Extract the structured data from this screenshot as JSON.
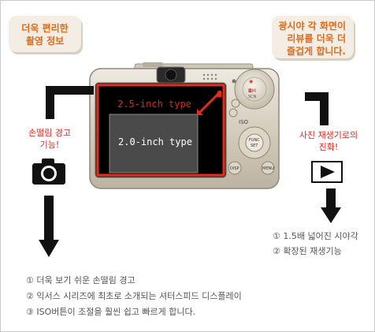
{
  "top_left_bubble": {
    "line1": "더욱 편리한",
    "line2": "촬영 정보"
  },
  "top_right_bubble": {
    "line1": "광시야 각 화면이",
    "line2": "리뷰를 더욱 더",
    "line3": "즐겁게 합니다."
  },
  "left_feature": {
    "line1": "손떨림 경고",
    "line2": "기능!"
  },
  "right_feature": {
    "line1": "사진 재생기로의",
    "line2": "진화!"
  },
  "screen_labels": {
    "large": "2.5-inch type",
    "small": "2.0-inch type"
  },
  "camera_buttons": {
    "func_set": "FUNC SET",
    "menu": "MENU",
    "disp": "DISP",
    "iso": "ISO"
  },
  "right_list": [
    "① 1.5배 넓어진 시야각",
    "② 확장된 재생기능"
  ],
  "bottom_list": [
    "① 더욱 보기 쉬운 손떨림 경고",
    "② 익서스 시리즈에 최초로 소개되는 셔터스피드 디스플레이",
    "③ ISO버튼이 조절을 훨씬 쉽고 빠르게 합니다."
  ],
  "colors": {
    "orange": "#e06a1a",
    "red": "#e0251b",
    "bubble": "#f3ede4",
    "camera_body": "#d9d2c4"
  }
}
